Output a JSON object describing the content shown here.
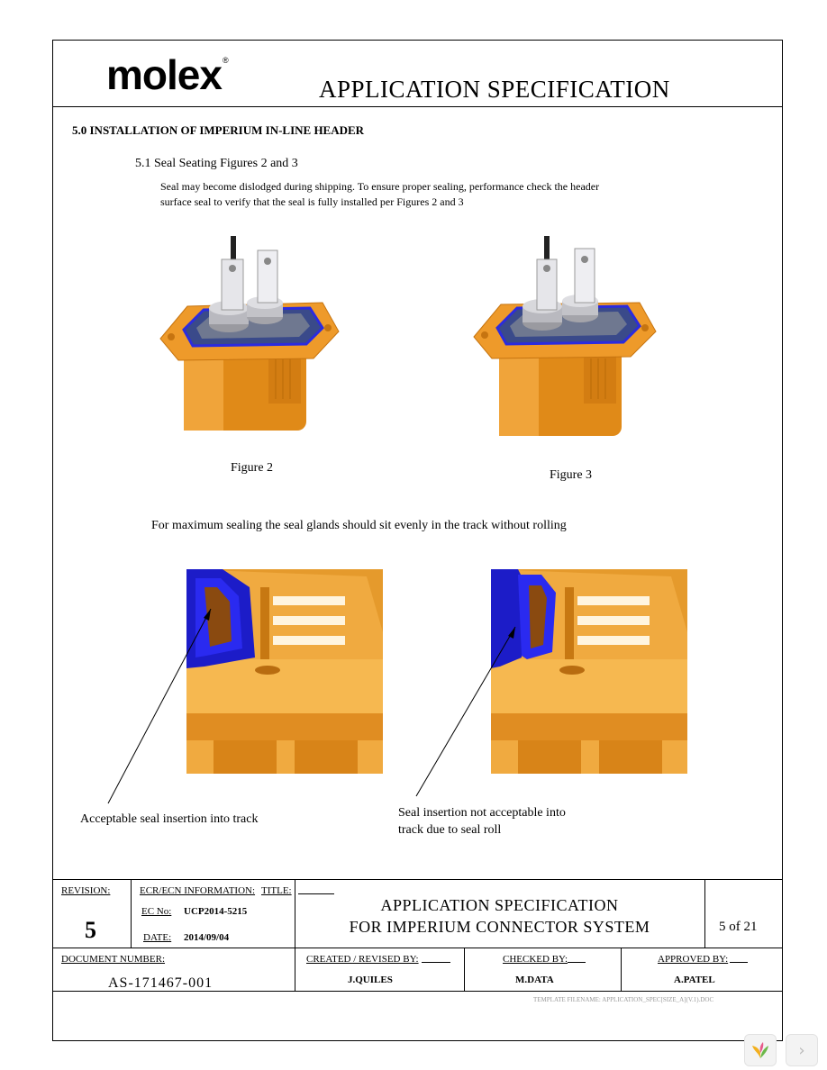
{
  "header": {
    "logo_text": "molex",
    "logo_mark": "®",
    "doc_title": "APPLICATION SPECIFICATION"
  },
  "section": {
    "title": "5.0  INSTALLATION OF IMPERIUM IN-LINE HEADER",
    "subsection": "5.1 Seal Seating Figures 2 and 3",
    "paragraph_line1": "Seal may become dislodged during shipping. To ensure proper sealing, performance check the header",
    "paragraph_line2": "surface seal to verify that the seal is fully installed per Figures 2 and 3"
  },
  "figures": {
    "figure2": "Figure 2",
    "figure3": "Figure 3",
    "note": "For maximum sealing the seal glands should sit evenly in the track without rolling",
    "acceptable": "Acceptable seal insertion into track",
    "not_acceptable_line1": "Seal insertion not acceptable into",
    "not_acceptable_line2": "track due to seal roll"
  },
  "title_block": {
    "revision_label": "REVISION:",
    "revision_value": "5",
    "ecr_label": "ECR/ECN INFORMATION:",
    "title_label": "TITLE:",
    "ec_label": "EC No:",
    "ec_value": "UCP2014-5215",
    "date_label": "DATE:",
    "date_value": "2014/09/04",
    "title_line1": "APPLICATION SPECIFICATION",
    "title_line2": "FOR IMPERIUM CONNECTOR SYSTEM",
    "sheet": "5  of  21",
    "doc_number_label": "DOCUMENT NUMBER:",
    "doc_number_value": "AS-171467-001",
    "created_label": "CREATED / REVISED BY:",
    "created_value": "J.QUILES",
    "checked_label": "CHECKED BY:",
    "checked_value": "M.DATA",
    "approved_label": "APPROVED BY:",
    "approved_value": "A.PATEL",
    "template_text": "TEMPLATE FILENAME: APPLICATION_SPEC[SIZE_A](V.1).DOC"
  },
  "viewer": {
    "next_glyph": "›"
  },
  "colors": {
    "housing_orange": "#e8901a",
    "seal_blue": "#1f1fd8",
    "terminal_silver": "#c8c8cc"
  }
}
